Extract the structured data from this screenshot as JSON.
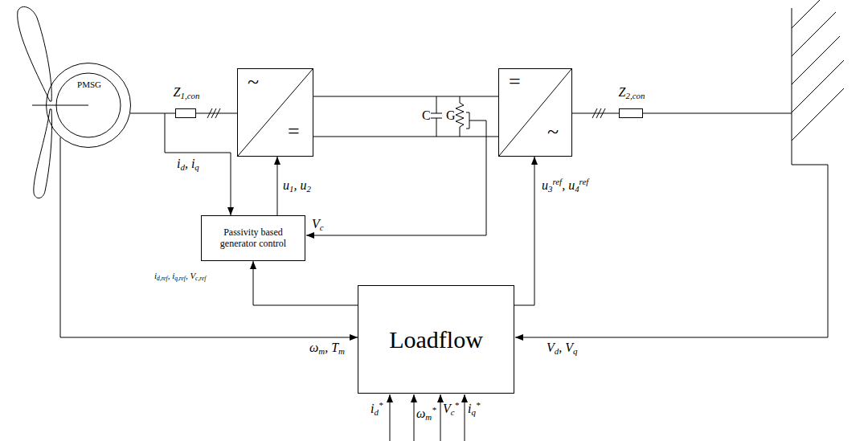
{
  "diagram": {
    "nodes": [
      {
        "text": [
          "PMSG"
        ]
      },
      {
        "text": [
          "Z1,con"
        ]
      },
      {
        "text": [
          "~",
          "="
        ]
      },
      {
        "text": [
          "=",
          "~"
        ]
      },
      {
        "text": [
          "Z2,con"
        ]
      },
      {
        "text": [
          "Passivity based generator control"
        ]
      },
      {
        "text": [
          "Loadflow"
        ]
      }
    ],
    "edges": [
      {
        "from": 0,
        "to": 1,
        "arrow": "none"
      },
      {
        "from": 1,
        "to": 2,
        "arrow": "none"
      },
      {
        "from": 2,
        "to": 3,
        "arrow": "none"
      },
      {
        "from": 2,
        "to": 3,
        "arrow": "none"
      },
      {
        "from": 3,
        "to": 4,
        "arrow": "none"
      },
      {
        "from": 5,
        "to": 2,
        "arrow": "to",
        "label": "u1, u2"
      },
      {
        "from": 6,
        "to": 5,
        "arrow": "to",
        "label": "id,ref, iq,ref, Vc,ref"
      },
      {
        "from": 6,
        "to": 3,
        "arrow": "to",
        "label": "u3ref, u4ref"
      },
      {
        "from": 0,
        "to": 6,
        "arrow": "to",
        "label": "ωm, Tm"
      }
    ],
    "labels": [
      "id, iq",
      "C",
      "G",
      "Vc",
      "Vd, Vq",
      "id*",
      "ωm*",
      "Vc*",
      "iq*"
    ]
  }
}
